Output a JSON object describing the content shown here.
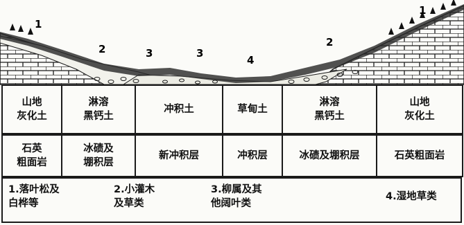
{
  "profile_labels": {
    "left_1": "1",
    "left_2": "2",
    "mid_3a": "3",
    "mid_3b": "3",
    "mid_4": "4",
    "right_2": "2",
    "right_1": "1"
  },
  "soil_row": [
    "山地\n灰化土",
    "淋溶\n黑钙土",
    "冲积土",
    "草甸土",
    "淋溶\n黑钙土",
    "山地\n灰化土"
  ],
  "rock_row": [
    "石英\n粗面岩",
    "冰碛及\n堋积层",
    "新冲积层",
    "冲积层",
    "冰碛及堋积层",
    "石英粗面岩"
  ],
  "legend": {
    "item1": "1.落叶松及\n  白桦等",
    "item2": "2.小灌木\n  及草类",
    "item3": "3.柳属及其\n  他阔叶类",
    "item4": "4.湿地草类"
  },
  "colors": {
    "ink": "#1a1a1a",
    "paper": "#fbfbf8"
  }
}
